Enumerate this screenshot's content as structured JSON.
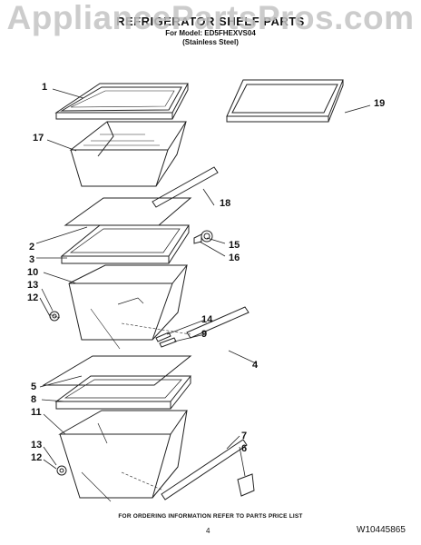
{
  "watermark": "AppliancePartsPros.com",
  "header": {
    "title": "REFRIGERATOR SHELF PARTS",
    "model_line": "For Model: ED5FHEXVS04",
    "finish": "(Stainless Steel)"
  },
  "callouts": [
    {
      "id": "c1",
      "label": "1"
    },
    {
      "id": "c17",
      "label": "17"
    },
    {
      "id": "c19",
      "label": "19"
    },
    {
      "id": "c18",
      "label": "18"
    },
    {
      "id": "c2",
      "label": "2"
    },
    {
      "id": "c3",
      "label": "3"
    },
    {
      "id": "c15",
      "label": "15"
    },
    {
      "id": "c16",
      "label": "16"
    },
    {
      "id": "c10",
      "label": "10"
    },
    {
      "id": "c13a",
      "label": "13"
    },
    {
      "id": "c12a",
      "label": "12"
    },
    {
      "id": "c14",
      "label": "14"
    },
    {
      "id": "c9",
      "label": "9"
    },
    {
      "id": "c4",
      "label": "4"
    },
    {
      "id": "c5",
      "label": "5"
    },
    {
      "id": "c8",
      "label": "8"
    },
    {
      "id": "c11",
      "label": "11"
    },
    {
      "id": "c7",
      "label": "7"
    },
    {
      "id": "c6",
      "label": "6"
    },
    {
      "id": "c13b",
      "label": "13"
    },
    {
      "id": "c12b",
      "label": "12"
    }
  ],
  "footer": {
    "note": "FOR ORDERING INFORMATION REFER TO PARTS PRICE LIST",
    "page": "4",
    "doc_number": "W10445865"
  }
}
